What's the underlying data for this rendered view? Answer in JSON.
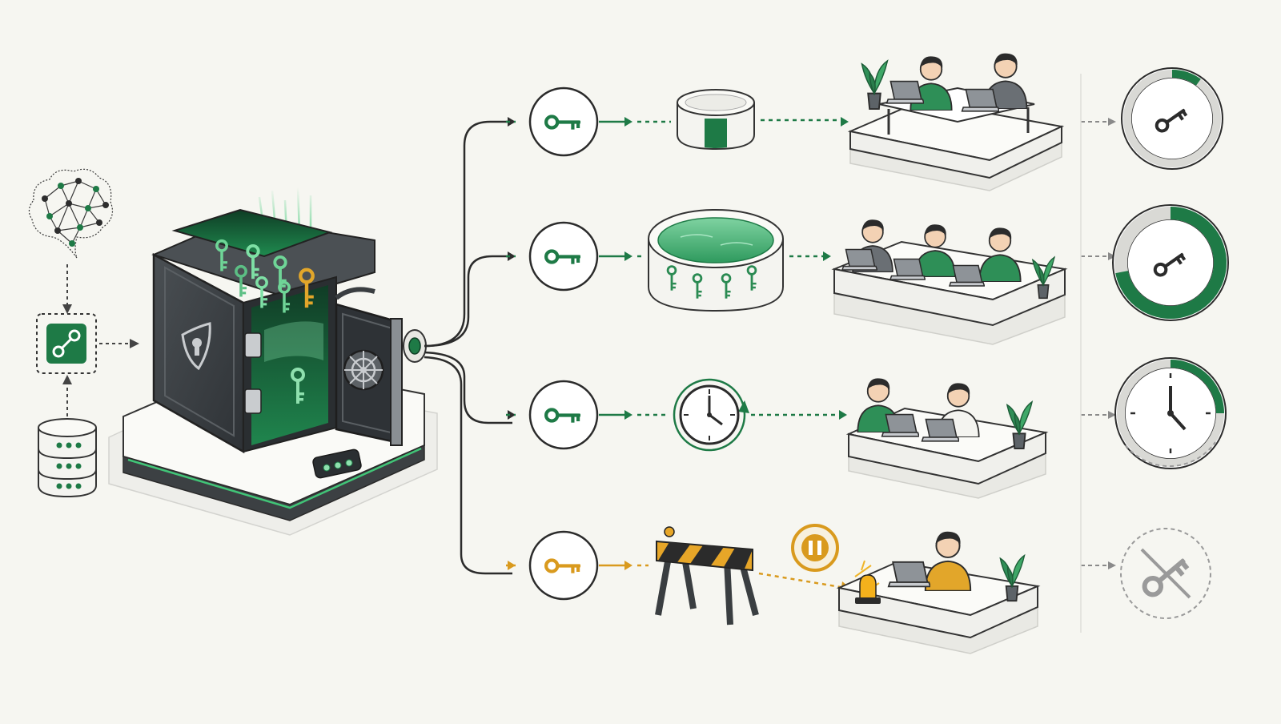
{
  "colors": {
    "background": "#f6f6f1",
    "primary_green": "#1e7a46",
    "light_green": "#5cbf84",
    "glow_green": "#8fe0ae",
    "dark_metal": "#3a3e41",
    "warning_amber": "#d99a1e",
    "outline": "#2d2d2d",
    "disabled_gray": "#9a9a9a",
    "platform": "#f2f2ee"
  },
  "diagram": {
    "inputs": [
      {
        "kind": "neural-network",
        "icon": "brain-network-icon"
      },
      {
        "kind": "database",
        "icon": "database-icon"
      }
    ],
    "hub": {
      "icon": "key-link-icon"
    },
    "vault": {
      "icon": "safe-vault-icon",
      "emblem": "shield-keyhole-icon",
      "status_leds": 3
    },
    "lanes": [
      {
        "id": "small-quota",
        "status": "active",
        "key_icon": "key-icon",
        "resource": "small-container-icon",
        "team_size": 2,
        "usage_fraction": 0.1
      },
      {
        "id": "pooled-keys",
        "status": "active",
        "key_icon": "key-icon",
        "resource": "key-pool-icon",
        "team_size": 3,
        "usage_fraction": 0.72
      },
      {
        "id": "time-limited",
        "status": "active",
        "key_icon": "key-icon",
        "resource": "clock-icon",
        "team_size": 2,
        "usage_fraction": 0.25
      },
      {
        "id": "paused",
        "status": "blocked",
        "key_icon": "key-icon",
        "resource": "barrier-icon",
        "team_size": 1,
        "usage_fraction": 0
      }
    ],
    "paused_badge": "pause-icon",
    "alert": "alarm-light-icon",
    "revoked": "key-revoked-icon"
  }
}
